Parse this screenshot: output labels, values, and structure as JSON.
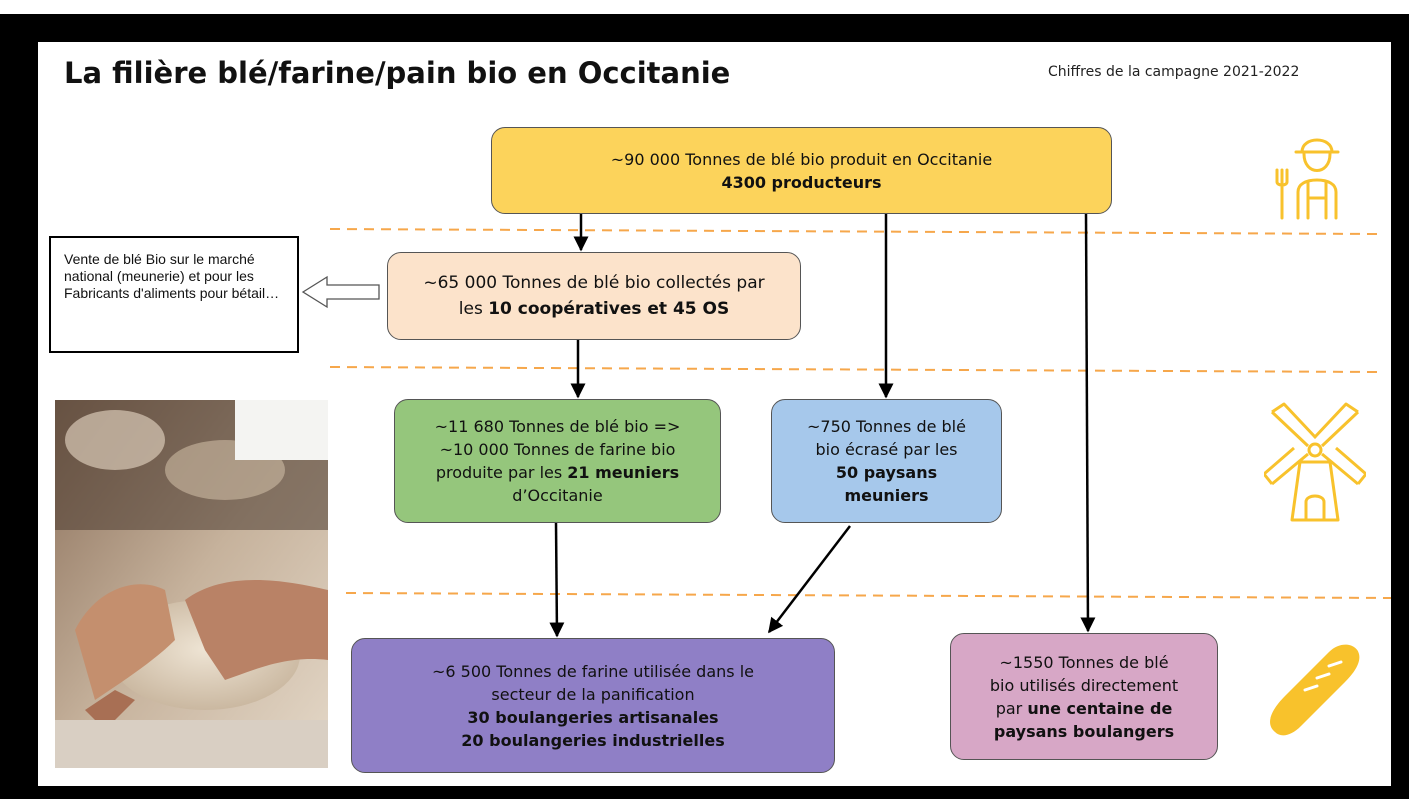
{
  "header": {
    "title": "La filière blé/farine/pain bio en Occitanie",
    "subtitle": "Chiffres de la campagne 2021-2022"
  },
  "boxes": {
    "production": {
      "line1": "~90 000 Tonnes de blé bio produit en Occitanie",
      "bold": "4300 producteurs",
      "color": "#fcd35b"
    },
    "collect": {
      "line1": "~65 000 Tonnes de blé bio collectés par",
      "prefix": "les ",
      "bold": "10 coopératives et 45 OS",
      "color": "#fce3cb"
    },
    "mills": {
      "line1": "~11 680 Tonnes de blé bio =>",
      "line2": "~10 000 Tonnes de farine bio",
      "prefix": "produite par les ",
      "bold": "21 meuniers",
      "line4": "d’Occitanie",
      "color": "#95c67c"
    },
    "farm_mills": {
      "line1": "~750 Tonnes de blé",
      "line2": "bio écrasé par les",
      "bold1": "50 paysans",
      "bold2": "meuniers",
      "color": "#a6c8eb"
    },
    "bakery": {
      "line1": "~6 500 Tonnes de farine utilisée dans le",
      "line2": "secteur de la panification",
      "bold1": "30 boulangeries artisanales",
      "bold2": "20 boulangeries industrielles",
      "color": "#8f7fc6"
    },
    "farm_bakers": {
      "line1": "~1550 Tonnes de blé",
      "line2": "bio utilisés directement",
      "prefix": "par ",
      "bold1": "une centaine de",
      "bold2": "paysans boulangers",
      "color": "#d7a7c6"
    },
    "national": {
      "text": "Vente de blé Bio sur le marché national (meunerie) et pour les Fabricants d'aliments pour bétail…"
    }
  },
  "icons": {
    "farmer": "farmer-icon",
    "windmill": "windmill-icon",
    "baguette": "baguette-icon",
    "photo": "bread-kneading-photo"
  },
  "colors": {
    "dashed_separator": "#f6a74b",
    "icon": "#f8c22c"
  }
}
